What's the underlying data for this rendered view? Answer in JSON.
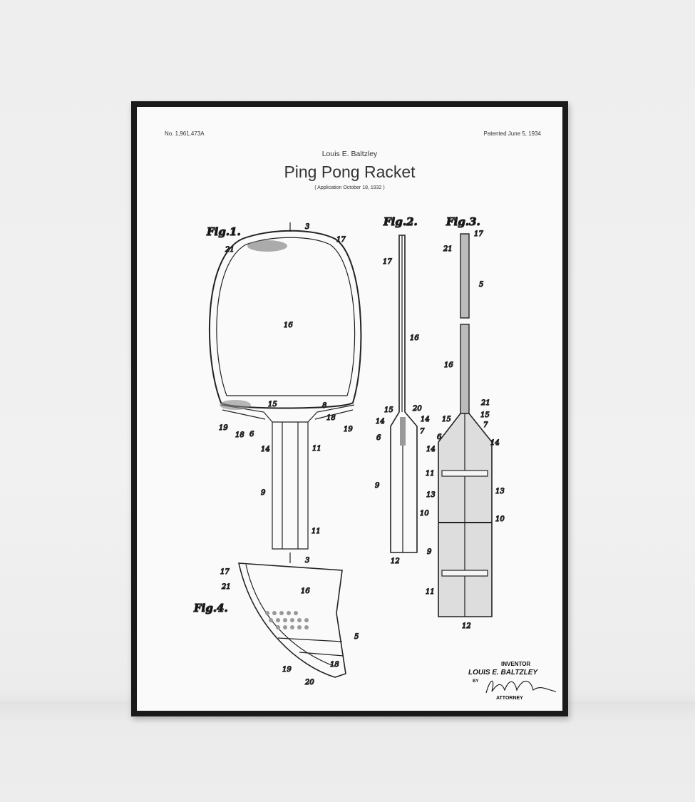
{
  "poster": {
    "patent_number": "No. 1,961,473A",
    "patent_date": "Patented June 5, 1934",
    "inventor": "Louis E. Baltzley",
    "title": "Ping Pong Racket",
    "application": "( Application October 18, 1932 )"
  },
  "figures": [
    "Fig.1.",
    "Fig.2.",
    "Fig.3.",
    "Fig.4."
  ],
  "fig1_labels": [
    "3",
    "17",
    "21",
    "16",
    "15",
    "8",
    "19",
    "18",
    "6",
    "14",
    "11",
    "19",
    "18",
    "9",
    "11",
    "3"
  ],
  "fig2_labels": [
    "17",
    "16",
    "15",
    "20",
    "14",
    "14",
    "6",
    "7",
    "9",
    "10",
    "12"
  ],
  "fig3_labels": [
    "17",
    "21",
    "5",
    "16",
    "21",
    "15",
    "15",
    "6",
    "7",
    "14",
    "14",
    "11",
    "13",
    "13",
    "10",
    "9",
    "11",
    "12"
  ],
  "fig4_labels": [
    "17",
    "21",
    "16",
    "5",
    "19",
    "18",
    "20"
  ],
  "signature": {
    "inventor_heading": "INVENTOR",
    "inventor_name": "LOUIS E. BALTZLEY",
    "by": "BY",
    "attorney": "ATTORNEY"
  }
}
